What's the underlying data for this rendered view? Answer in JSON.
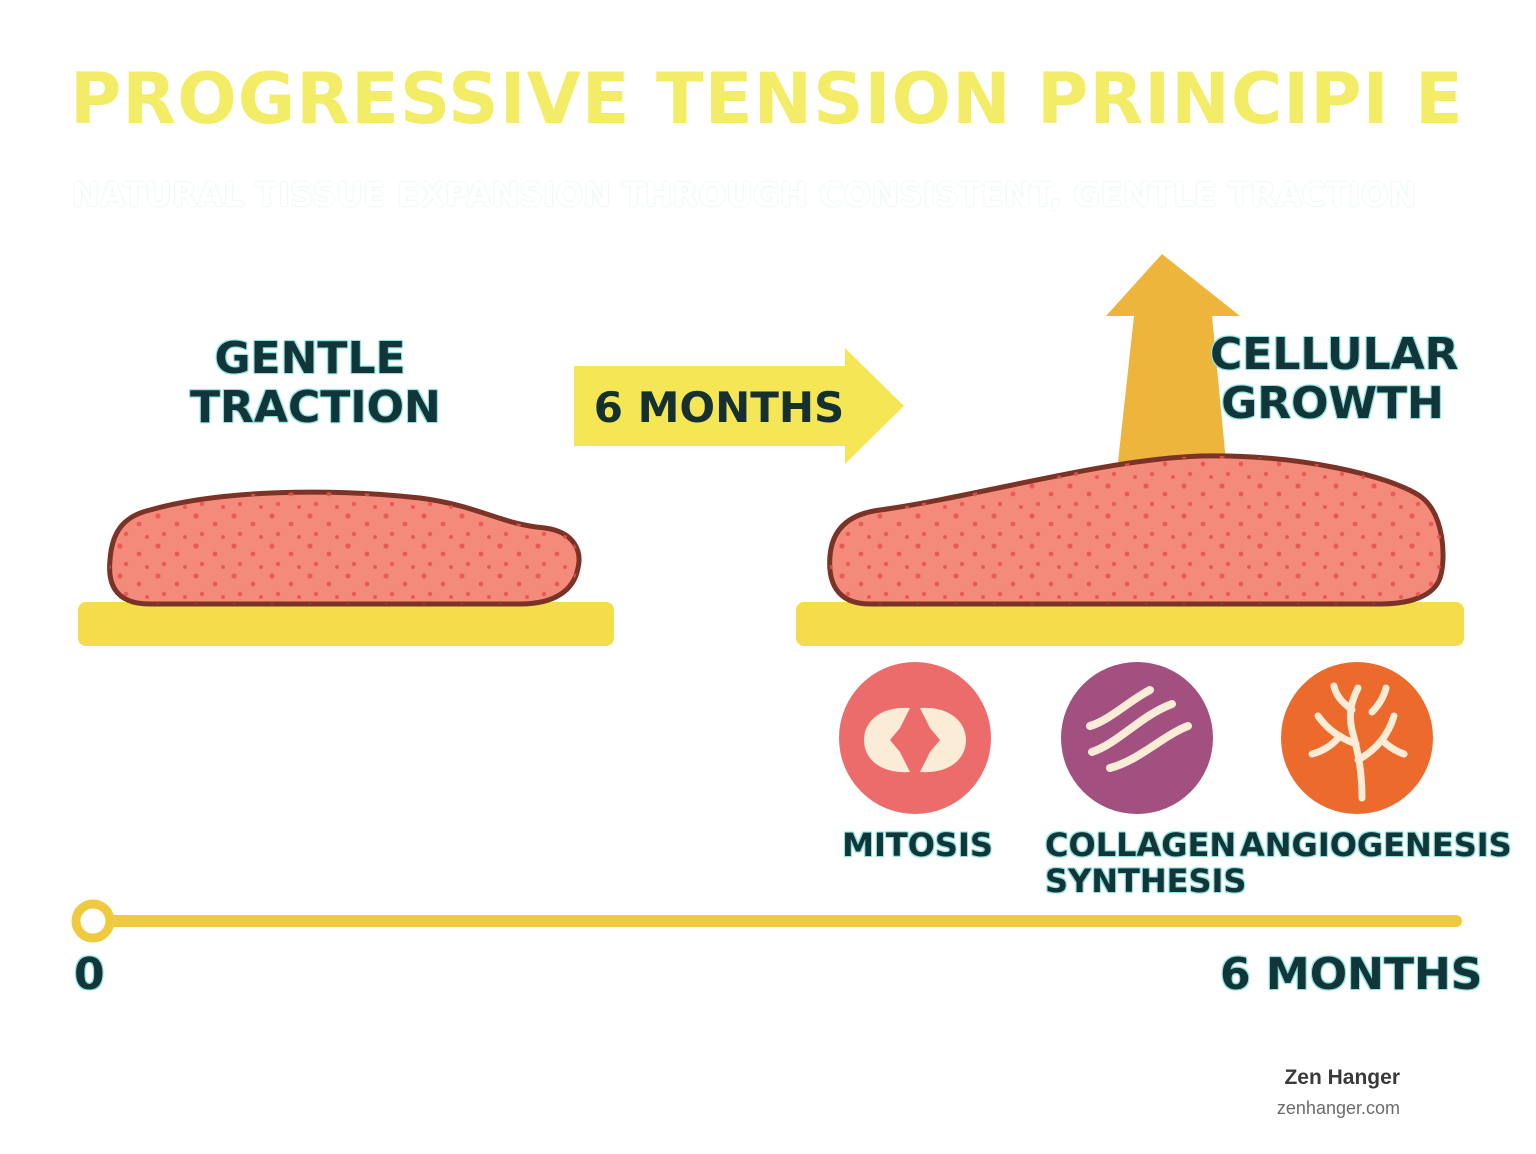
{
  "title": "PROGRESSIVE TENSION PRINCIPI E",
  "subtitle": "NATURAL TISSUE EXPANSION THROUGH CONSISTENT, GENTLE TRACTION",
  "left_panel": {
    "label_line1": "GENTLE",
    "label_line2": "TRACTION"
  },
  "transition_arrow": {
    "label": "6 MONTHS"
  },
  "right_panel": {
    "label_line1": "CELLULAR",
    "label_line2": "GROWTH"
  },
  "processes": [
    {
      "name_line1": "MITOSIS",
      "name_line2": "",
      "icon": "cell-division-icon",
      "color": "#ec6b6b"
    },
    {
      "name_line1": "COLLAGEN",
      "name_line2": "SYNTHESIS",
      "icon": "collagen-fibers-icon",
      "color": "#a2507f"
    },
    {
      "name_line1": "ANGIOGENESIS",
      "name_line2": "",
      "icon": "blood-vessel-icon",
      "color": "#ec6a2c"
    }
  ],
  "timeline": {
    "start_label": "0",
    "end_label": "6 MONTHS"
  },
  "branding": {
    "name": "Zen Hanger",
    "url": "zenhanger.com"
  },
  "colors": {
    "accent_yellow": "#f5dc4b",
    "tissue": "#f48a7a",
    "tissue_outline": "#7a3326",
    "growth_arrow": "#edb53b",
    "label_text": "#12353a"
  }
}
